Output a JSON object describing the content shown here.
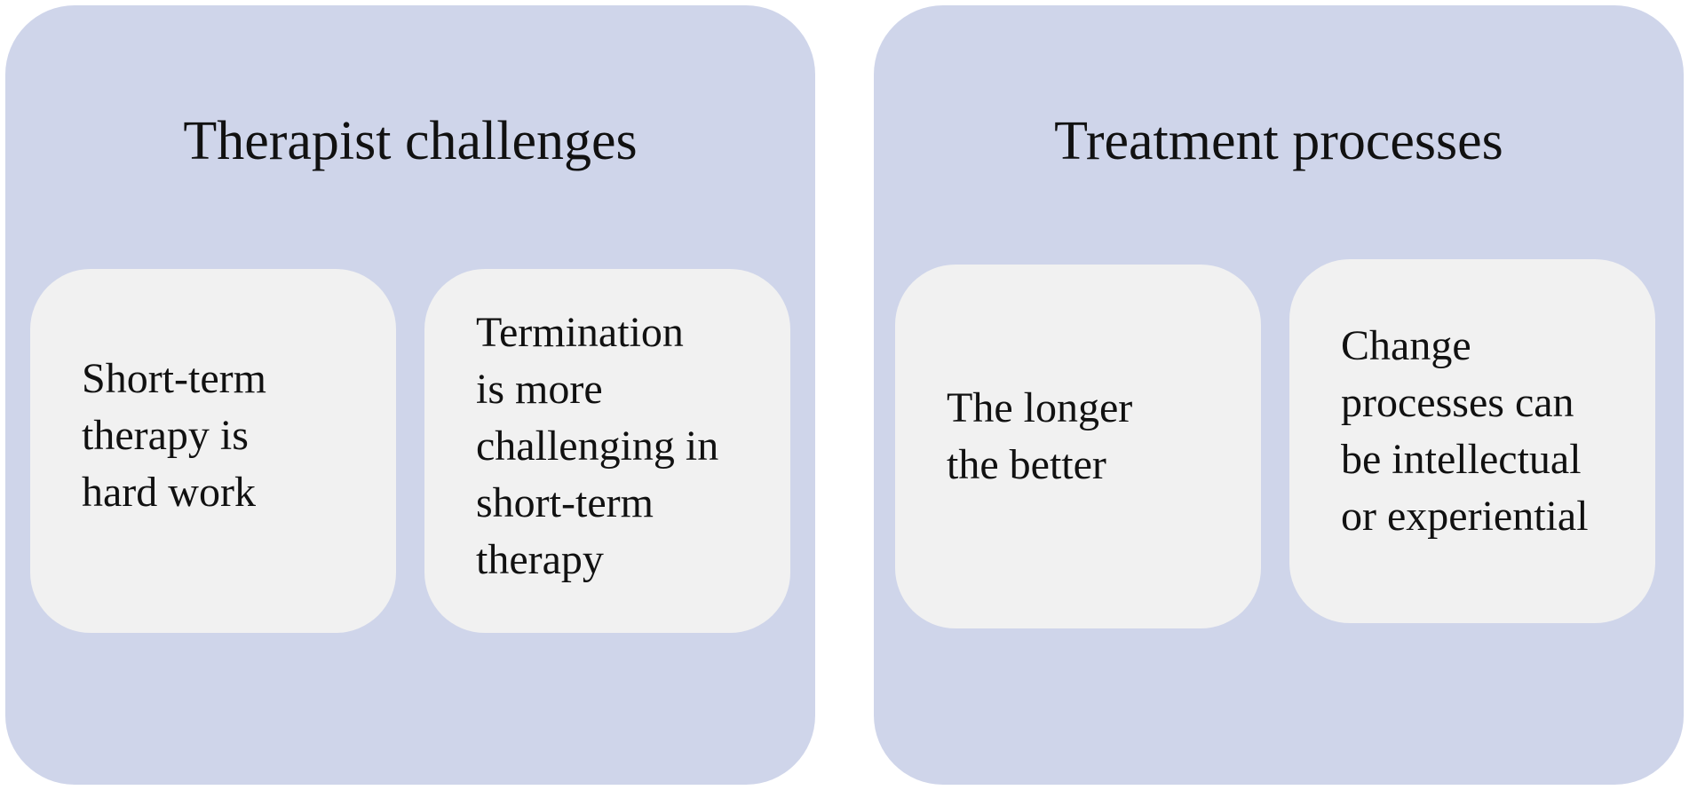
{
  "panels": [
    {
      "title": "Therapist challenges",
      "cards": [
        {
          "text": "Short-term\ntherapy is\nhard work"
        },
        {
          "text": "Termination\nis more\nchallenging in\nshort-term\ntherapy"
        }
      ]
    },
    {
      "title": "Treatment processes",
      "cards": [
        {
          "text": "The longer\nthe better"
        },
        {
          "text": "Change\nprocesses can\nbe intellectual\nor experiential"
        }
      ]
    }
  ],
  "colors": {
    "panel_background": "#cfd5ea",
    "card_background": "#f1f1f1",
    "text": "#111111"
  }
}
